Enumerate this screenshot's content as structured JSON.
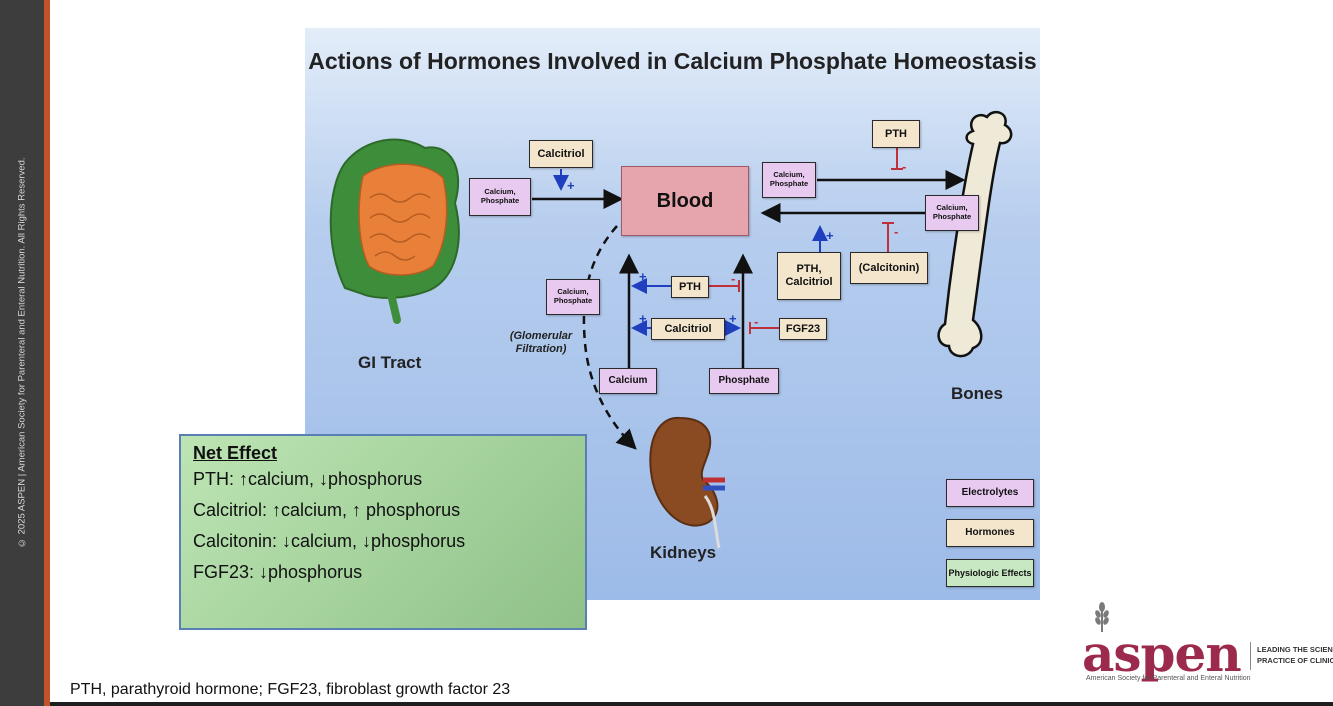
{
  "sidebar": {
    "copyright": "© 2025 ASPEN | American Society for Parenteral and Enteral Nutrition.  All Rights Reserved."
  },
  "diagram": {
    "title": "Actions of Hormones Involved in Calcium Phosphate Homeostasis",
    "organs": {
      "gi_tract": "GI Tract",
      "kidneys": "Kidneys",
      "bones": "Bones"
    },
    "blood": "Blood",
    "electrolytes": {
      "calcium_phosphate": "Calcium, Phosphate",
      "calcium": "Calcium",
      "phosphate": "Phosphate"
    },
    "hormones": {
      "calcitriol": "Calcitriol",
      "pth": "PTH",
      "pth_calcitriol": "PTH, Calcitriol",
      "calcitonin": "(Calcitonin)",
      "fgf23": "FGF23"
    },
    "signs": {
      "plus": "+",
      "minus": "-"
    },
    "glomerular_filtration": "(Glomerular Filtration)",
    "legend": {
      "electrolytes": "Electrolytes",
      "hormones": "Hormones",
      "physiologic_effects": "Physiologic Effects"
    },
    "colors": {
      "stimulate": "#1f3fbf",
      "inhibit": "#c0303a",
      "electrolyte_box": "#e8c9f0",
      "hormone_box": "#f3e6cd",
      "blood_box": "#e6a5ac",
      "effects_box": "#c8e8c3"
    }
  },
  "net_effect": {
    "heading": "Net Effect",
    "lines": [
      "PTH: ↑calcium,  ↓phosphorus",
      "Calcitriol: ↑calcium, ↑ phosphorus",
      "Calcitonin: ↓calcium,  ↓phosphorus",
      "FGF23: ↓phosphorus"
    ]
  },
  "footnote": "PTH, parathyroid hormone; FGF23, fibroblast growth factor 23",
  "logo": {
    "wordmark": "aspen",
    "tagline_1": "LEADING THE SCIENCE AND",
    "tagline_2": "PRACTICE OF CLINICAL NUTRITION",
    "subline": "American Society for Parenteral and Enteral Nutrition"
  }
}
